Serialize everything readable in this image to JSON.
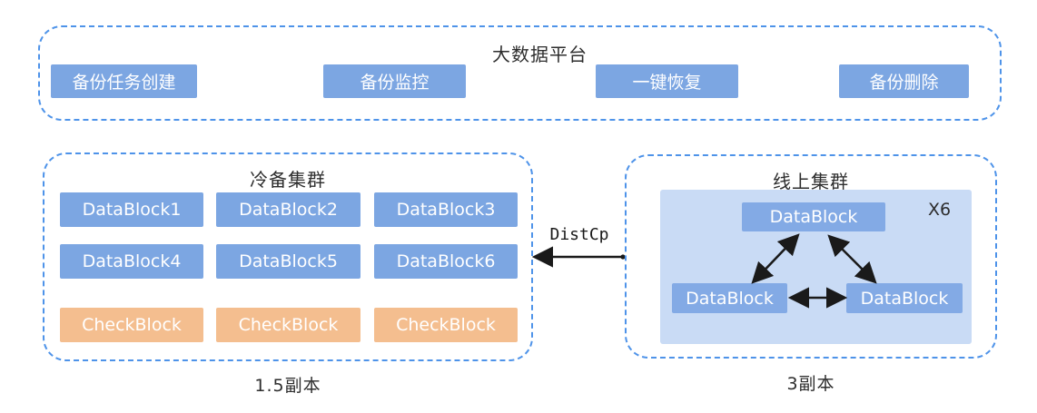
{
  "platform": {
    "title": "大数据平台",
    "buttons": [
      {
        "label": "备份任务创建"
      },
      {
        "label": "备份监控"
      },
      {
        "label": "一键恢复"
      },
      {
        "label": "备份删除"
      }
    ]
  },
  "cold_cluster": {
    "title": "冷备集群",
    "caption": "1.5副本",
    "data_blocks": [
      {
        "label": "DataBlock1"
      },
      {
        "label": "DataBlock2"
      },
      {
        "label": "DataBlock3"
      },
      {
        "label": "DataBlock4"
      },
      {
        "label": "DataBlock5"
      },
      {
        "label": "DataBlock6"
      }
    ],
    "check_blocks": [
      {
        "label": "CheckBlock"
      },
      {
        "label": "CheckBlock"
      },
      {
        "label": "CheckBlock"
      }
    ]
  },
  "online_cluster": {
    "title": "线上集群",
    "caption": "3副本",
    "replica_multiplier": "X6",
    "blocks": [
      {
        "label": "DataBlock"
      },
      {
        "label": "DataBlock"
      },
      {
        "label": "DataBlock"
      }
    ]
  },
  "transfer": {
    "label": "DistCp"
  },
  "colors": {
    "dashed_border_blue": "#4E93E9",
    "block_blue": "#7CA6E2",
    "online_block_blue": "#83AAE5",
    "online_inner_bg": "#C9DBF5",
    "check_block_orange": "#F4BE8F",
    "arrow_black": "#1A1A1A",
    "block_text": "#FFFFFF",
    "label_text": "#2D2D2D"
  }
}
